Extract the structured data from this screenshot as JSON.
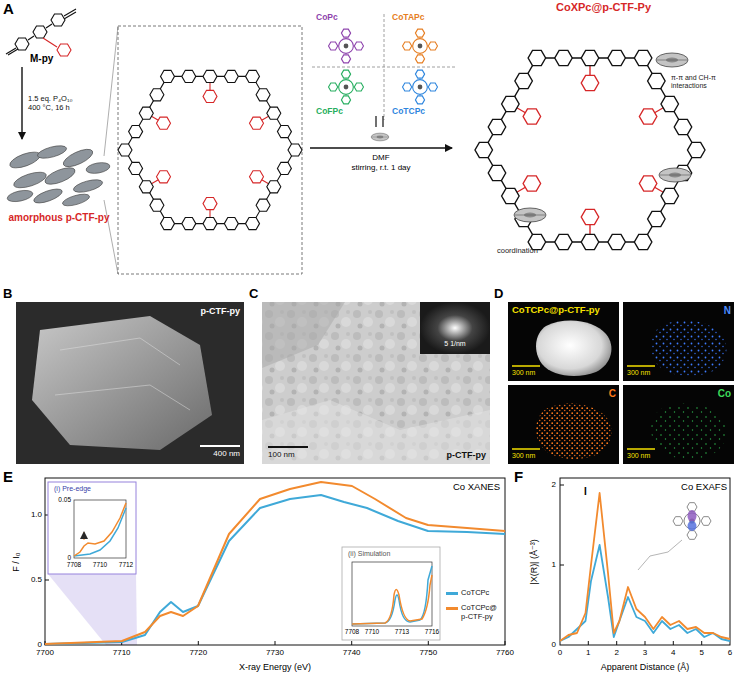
{
  "diagram": {
    "nodes": [
      {
        "text": [
          "M-py"
        ]
      },
      {
        "text": [
          "amorphous p-CTF-py"
        ]
      },
      {
        "text": [
          "CoPc"
        ]
      },
      {
        "text": [
          "CoTAPc"
        ]
      },
      {
        "text": [
          "CoFPc"
        ]
      },
      {
        "text": [
          "CoTCPc"
        ]
      },
      {
        "text": [
          "CoXPc@p-CTF-Py"
        ]
      }
    ],
    "edges": [
      {
        "from": 0,
        "to": 1,
        "arrow": "to",
        "label": "1.5 eq. P₄O₁₀ 400 °C, 16 h"
      }
    ],
    "labels": [
      "A",
      "DMF",
      "stirring, r.t. 1 day",
      "π-π and CH-π interactions",
      "coordination",
      "B",
      "p-CTF-py",
      "400 nm",
      "C",
      "5 1/nm",
      "100 nm",
      "p-CTF-py",
      "D",
      "CoTCPc@p-CTF-py",
      "N",
      "C",
      "Co",
      "300 nm",
      "300 nm",
      "300 nm",
      "300 nm",
      "E",
      "Co XANES",
      "(i) Pre-edge",
      "0.05",
      "0",
      "7708",
      "7710",
      "7712",
      "(ii) Simulation",
      "7708",
      "7710",
      "7713",
      "7716",
      "0",
      "0.5",
      "1.0",
      "7700",
      "7710",
      "7720",
      "7730",
      "7740",
      "7750",
      "7760",
      "F / I₀",
      "X-ray Energy (eV)",
      "F",
      "Co EXAFS",
      "I",
      "0",
      "1",
      "2",
      "0",
      "1",
      "2",
      "3",
      "4",
      "5",
      "6",
      "|X(R)| (Å⁻³)",
      "Apparent Distance (Å)"
    ],
    "legend": [
      {
        "text": "CoTCPc",
        "color": "#3fa9d8"
      },
      {
        "text": "CoTCPc@ p-CTF-py",
        "color": "#f28a2e"
      }
    ]
  }
}
